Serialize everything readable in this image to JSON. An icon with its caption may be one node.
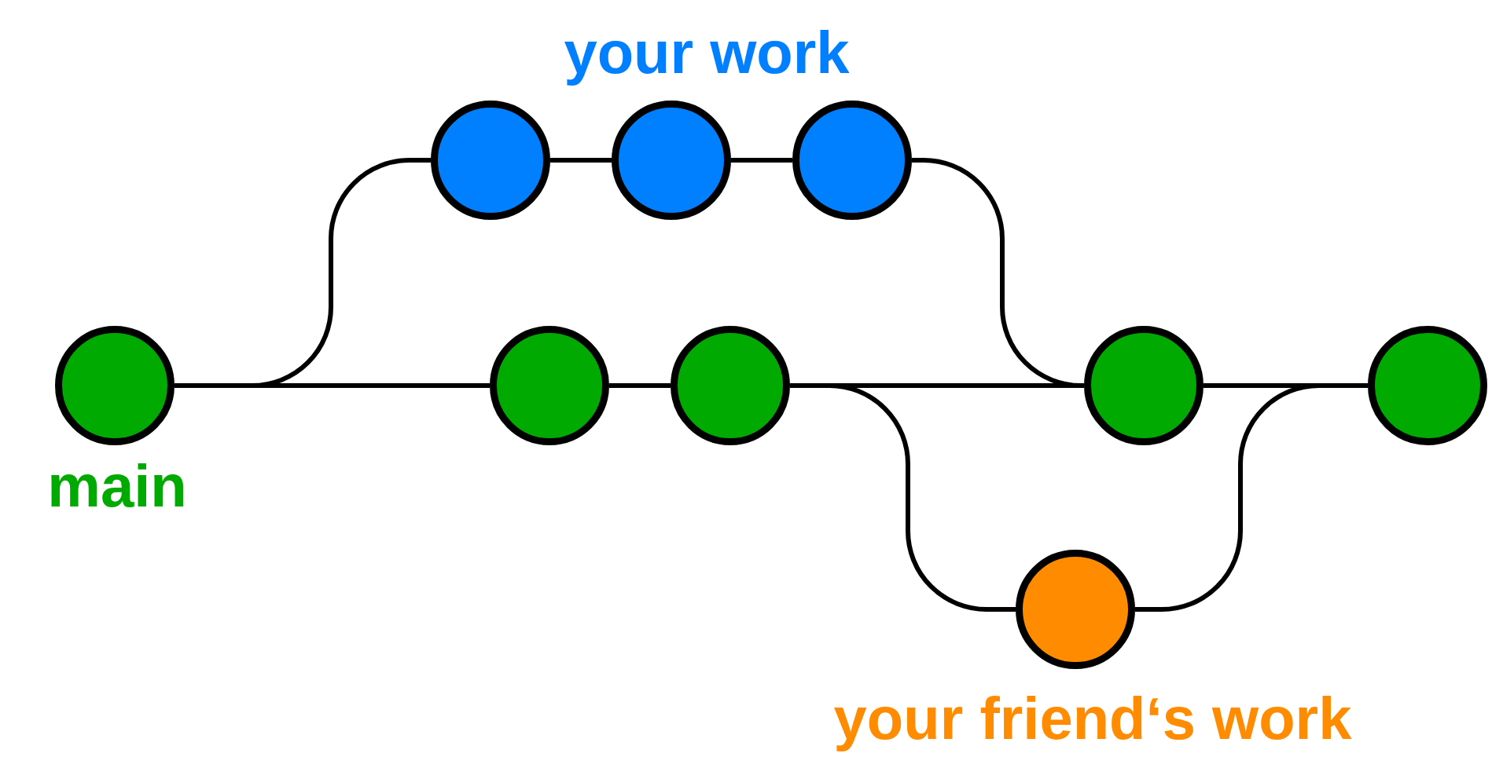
{
  "diagram": {
    "nodes": [
      {
        "text": [],
        "shape": "circle"
      },
      {
        "text": [],
        "shape": "circle"
      },
      {
        "text": [],
        "shape": "circle"
      },
      {
        "text": [],
        "shape": "circle"
      },
      {
        "text": [],
        "shape": "circle"
      },
      {
        "text": [],
        "shape": "circle"
      },
      {
        "text": [],
        "shape": "circle"
      },
      {
        "text": [],
        "shape": "circle"
      },
      {
        "text": [],
        "shape": "circle"
      }
    ],
    "edges": [
      {
        "from": 0,
        "to": 1,
        "arrow": "none"
      },
      {
        "from": 0,
        "to": 2,
        "arrow": "none"
      },
      {
        "from": 1,
        "to": 3,
        "arrow": "none"
      },
      {
        "from": 3,
        "to": 5,
        "arrow": "none"
      },
      {
        "from": 2,
        "to": 4,
        "arrow": "none"
      },
      {
        "from": 5,
        "to": 7,
        "arrow": "none"
      },
      {
        "from": 4,
        "to": 7,
        "arrow": "none"
      },
      {
        "from": 4,
        "to": 6,
        "arrow": "none"
      },
      {
        "from": 6,
        "to": 8,
        "arrow": "none"
      },
      {
        "from": 7,
        "to": 8,
        "arrow": "none"
      }
    ],
    "labels": [
      "your work",
      "main",
      "your friend‘s work"
    ]
  }
}
